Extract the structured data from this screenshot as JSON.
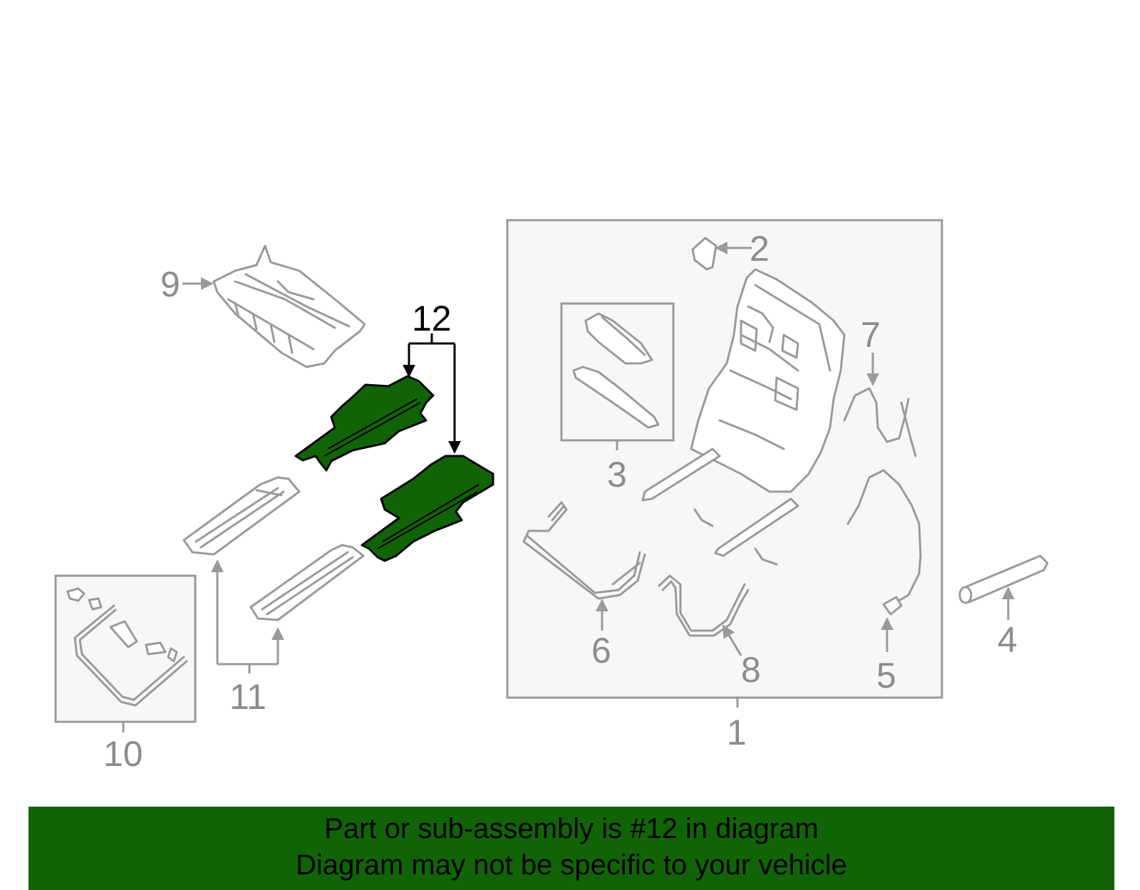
{
  "diagram": {
    "highlight_color": "#116406",
    "callouts": {
      "c1": "1",
      "c2": "2",
      "c3": "3",
      "c4": "4",
      "c5": "5",
      "c6": "6",
      "c7": "7",
      "c8": "8",
      "c9": "9",
      "c10": "10",
      "c11": "11",
      "c12": "12"
    },
    "highlighted_part": "12"
  },
  "banner": {
    "line1": "Part or sub-assembly is #12 in diagram",
    "line2": "Diagram may not be specific to your vehicle",
    "background": "#116406"
  }
}
